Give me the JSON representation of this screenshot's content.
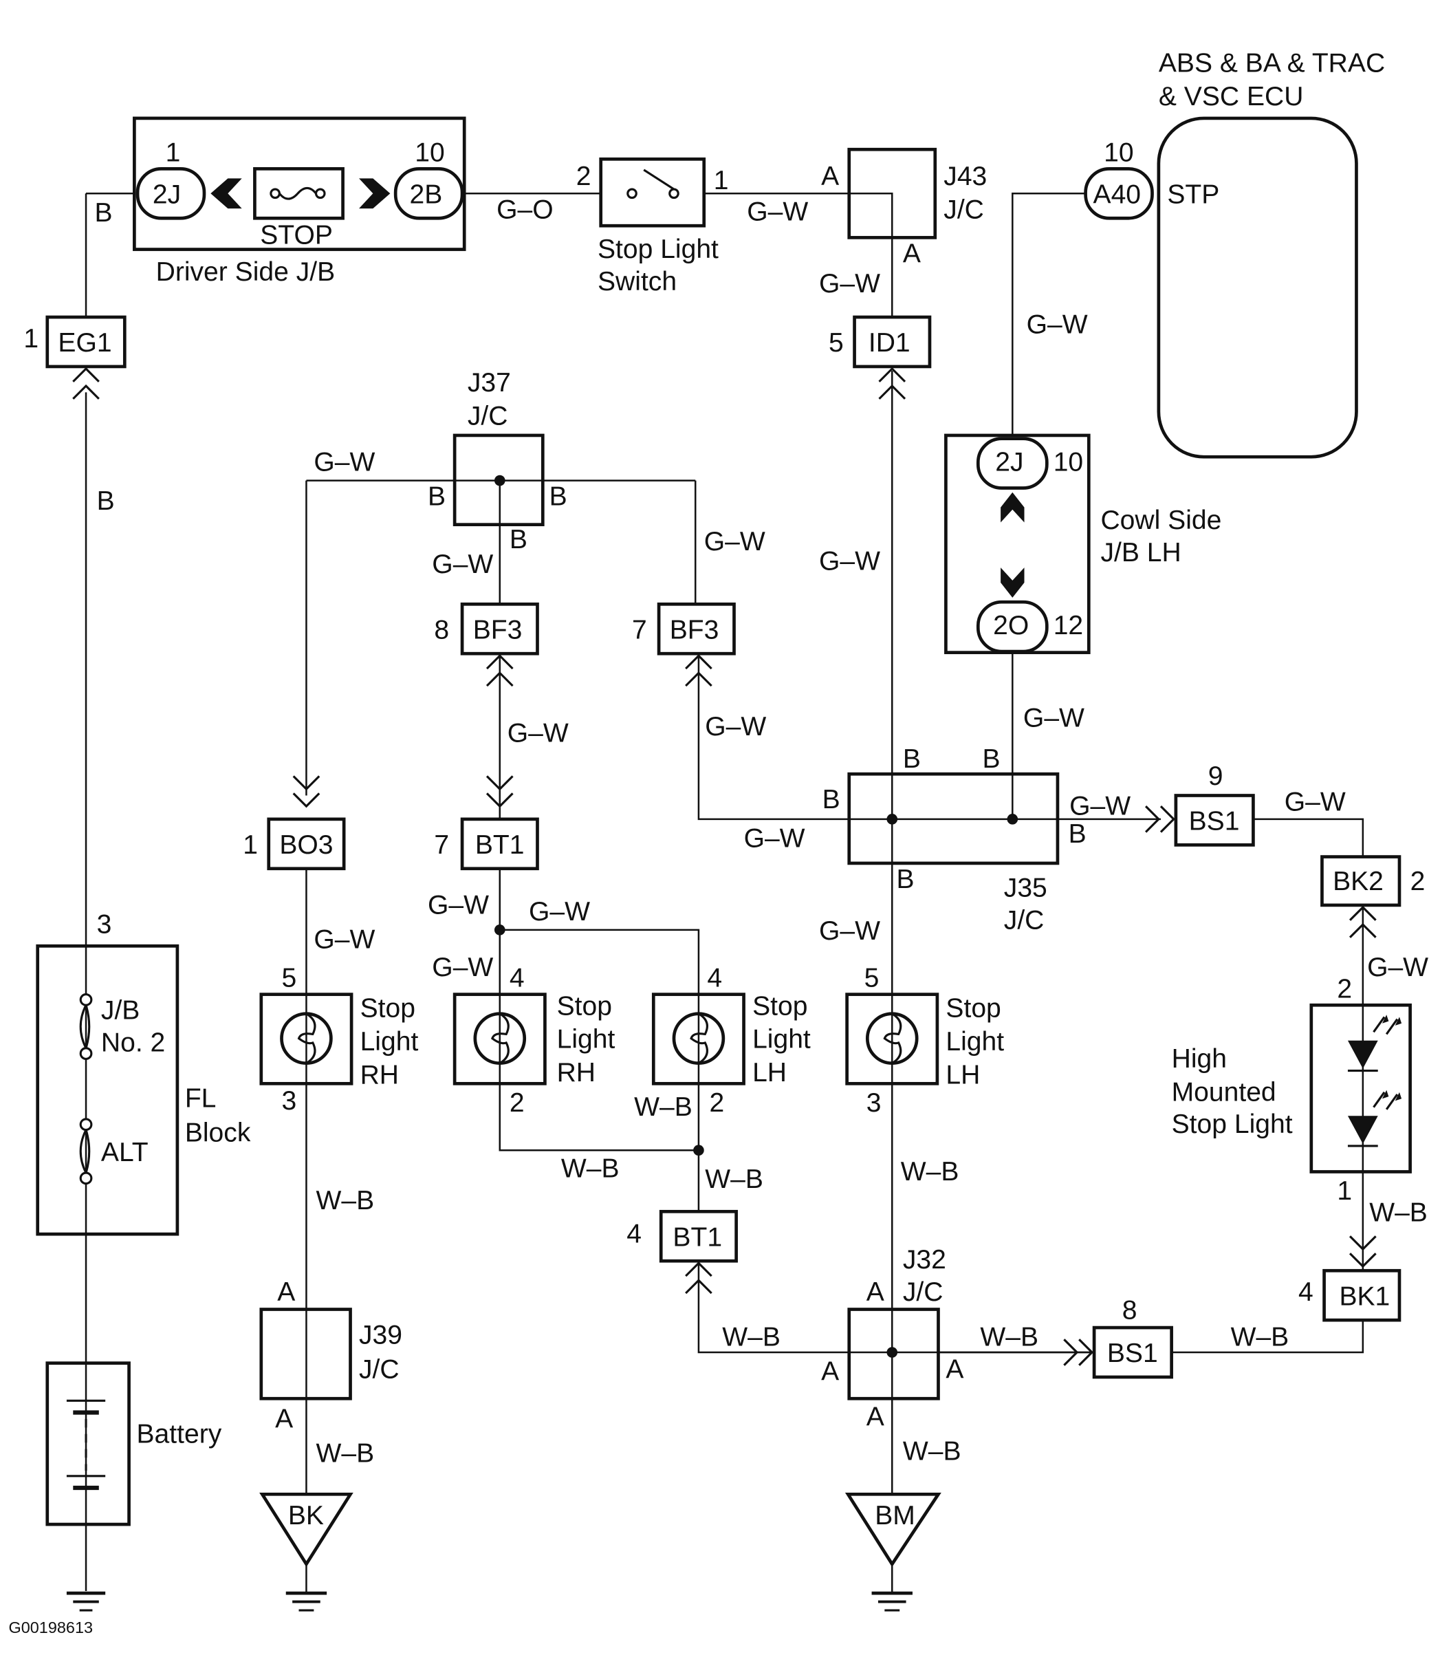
{
  "diagram_id": "G00198613",
  "components": {
    "ecu": {
      "title_line1": "ABS & BA & TRAC",
      "title_line2": "& VSC ECU",
      "pin": "10",
      "connector": "A40",
      "terminal": "STP"
    },
    "driver_jb": {
      "label": "Driver Side J/B",
      "fuse": "STOP",
      "left_connector": "2J",
      "left_pin": "1",
      "right_connector": "2B",
      "right_pin": "10"
    },
    "stop_switch": {
      "label_line1": "Stop Light",
      "label_line2": "Switch",
      "pin_in": "2",
      "pin_out": "1"
    },
    "j43": {
      "name": "J43",
      "type": "J/C",
      "pin_in": "A",
      "pin_out": "A"
    },
    "eg1": {
      "connector": "EG1",
      "pin": "1"
    },
    "id1": {
      "connector": "ID1",
      "pin": "5"
    },
    "cowl_jb": {
      "label_line1": "Cowl Side",
      "label_line2": "J/B LH",
      "top_connector": "2J",
      "top_pin": "10",
      "bottom_connector": "2O",
      "bottom_pin": "12"
    },
    "j37": {
      "name": "J37",
      "type": "J/C",
      "pin_left": "B",
      "pin_right": "B",
      "pin_bottom": "B"
    },
    "bf3_a": {
      "connector": "BF3",
      "pin": "8"
    },
    "bf3_b": {
      "connector": "BF3",
      "pin": "7"
    },
    "bo3": {
      "connector": "BO3",
      "pin": "1"
    },
    "bt1_a": {
      "connector": "BT1",
      "pin": "7"
    },
    "bt1_b": {
      "connector": "BT1",
      "pin": "4"
    },
    "j35": {
      "name": "J35",
      "type": "J/C",
      "pin_top1": "B",
      "pin_top2": "B",
      "pin_left": "B",
      "pin_right": "B",
      "pin_bottom": "B"
    },
    "bs1_a": {
      "connector": "BS1",
      "pin": "9"
    },
    "bs1_b": {
      "connector": "BS1",
      "pin": "8"
    },
    "bk2": {
      "connector": "BK2",
      "pin": "2"
    },
    "bk1": {
      "connector": "BK1",
      "pin": "4"
    },
    "hmsl": {
      "label_line1": "High",
      "label_line2": "Mounted",
      "label_line3": "Stop Light",
      "pin_in": "2",
      "pin_out": "1"
    },
    "fl_block": {
      "label_line1": "FL",
      "label_line2": "Block",
      "fuse1_line1": "J/B",
      "fuse1_line2": "No. 2",
      "fuse2": "ALT",
      "pin": "3"
    },
    "battery": {
      "label": "Battery"
    },
    "lamp1": {
      "label_line1": "Stop",
      "label_line2": "Light",
      "label_line3": "RH",
      "pin_in": "5",
      "pin_out": "3"
    },
    "lamp2": {
      "label_line1": "Stop",
      "label_line2": "Light",
      "label_line3": "RH",
      "pin_in": "4",
      "pin_out": "2"
    },
    "lamp3": {
      "label_line1": "Stop",
      "label_line2": "Light",
      "label_line3": "LH",
      "pin_in": "4",
      "pin_out": "2"
    },
    "lamp4": {
      "label_line1": "Stop",
      "label_line2": "Light",
      "label_line3": "LH",
      "pin_in": "5",
      "pin_out": "3"
    },
    "j39": {
      "name": "J39",
      "type": "J/C",
      "pin_in": "A",
      "pin_out": "A"
    },
    "j32": {
      "name": "J32",
      "type": "J/C",
      "pin_top": "A",
      "pin_left": "A",
      "pin_right": "A",
      "pin_bottom": "A"
    },
    "ground_bk": {
      "label": "BK"
    },
    "ground_bm": {
      "label": "BM"
    }
  },
  "wires": {
    "b": "B",
    "go": "G–O",
    "gw": "G–W",
    "wb": "W–B"
  }
}
